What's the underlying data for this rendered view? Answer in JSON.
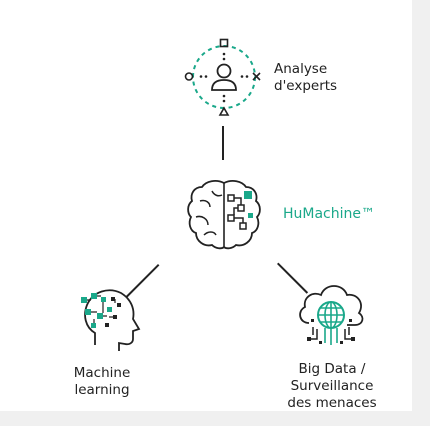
{
  "nodes": {
    "experts": {
      "label_line1": "Analyse",
      "label_line2": "d'experts"
    },
    "humachine": {
      "label": "HuMachine™"
    },
    "ml": {
      "label_line1": "Machine",
      "label_line2": "learning"
    },
    "bigdata": {
      "label_line1": "Big Data /",
      "label_line2": "Surveillance",
      "label_line3": "des menaces"
    }
  },
  "colors": {
    "accent": "#1aa88a",
    "line": "#222222",
    "background": "#ffffff"
  },
  "icons": {
    "experts": "analyst-target-icon",
    "humachine": "brain-circuit-icon",
    "ml": "head-circuit-icon",
    "bigdata": "cloud-globe-icon"
  }
}
